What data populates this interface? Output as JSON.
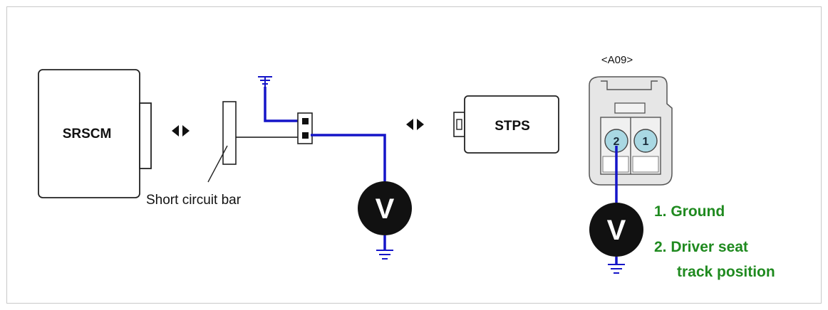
{
  "diagram": {
    "srscm_label": "SRSCM",
    "short_bar_label": "Short circuit bar",
    "stps_label": "STPS",
    "connector_id": "<A09>",
    "meter_symbol": "V",
    "pins": [
      {
        "number": "2"
      },
      {
        "number": "1"
      }
    ],
    "legend": {
      "ground": "1. Ground",
      "driver_line1": "2. Driver seat",
      "driver_line2": "track position"
    },
    "colors": {
      "wire": "#1515c8",
      "legend_text": "#1f8a1f",
      "pin_fill": "#a9d8e3",
      "connector_fill": "#e6e6e6"
    }
  }
}
